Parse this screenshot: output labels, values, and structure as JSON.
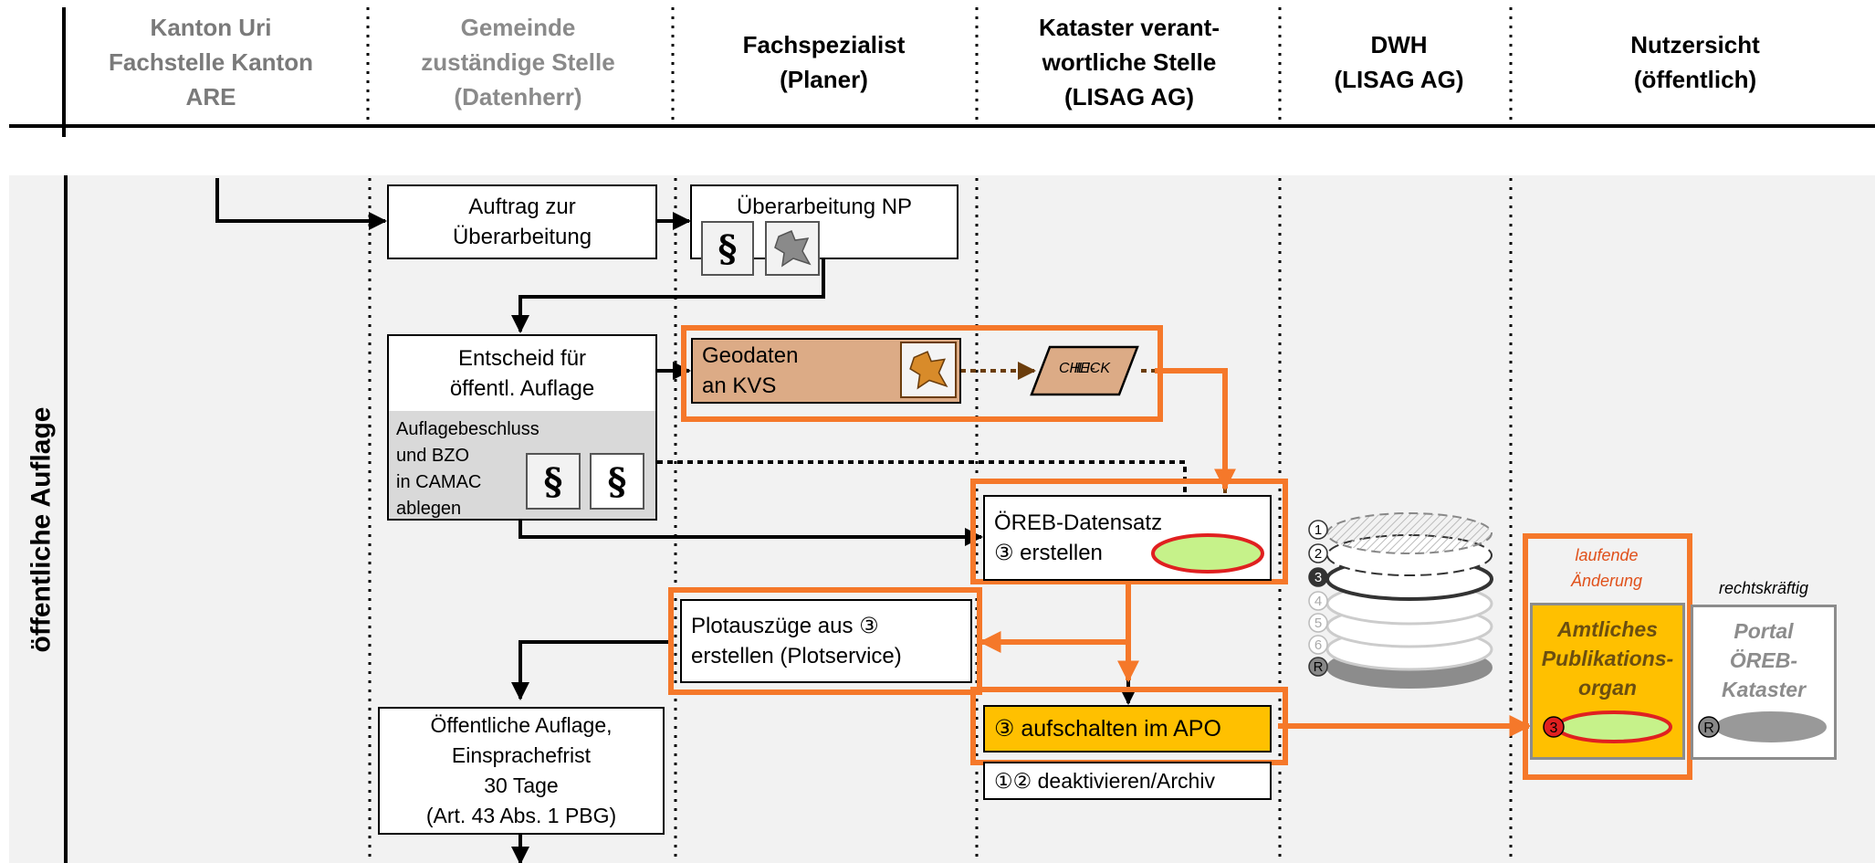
{
  "header": {
    "col1": [
      "Kanton Uri",
      "Fachstelle Kanton",
      "ARE"
    ],
    "col2": [
      "Gemeinde",
      "zuständige Stelle",
      "(Datenherr)"
    ],
    "col3": [
      "Fachspezialist",
      "(Planer)"
    ],
    "col4": [
      "Kataster verant-",
      "wortliche Stelle",
      "(LISAG AG)"
    ],
    "col5": [
      "DWH",
      "(LISAG AG)"
    ],
    "col6": [
      "Nutzersicht",
      "(öffentlich)"
    ]
  },
  "swimlane_label": "öffentliche Auflage",
  "boxes": {
    "auftrag": [
      "Auftrag zur",
      "Überarbeitung"
    ],
    "ueberarbeitung": "Überarbeitung NP",
    "entscheid": [
      "Entscheid für",
      "öffentl. Auflage"
    ],
    "auflagebeschluss": [
      "Auflagebeschluss",
      "und BZO",
      "in CAMAC",
      "ablegen"
    ],
    "geodaten": [
      "Geodaten",
      "an KVS"
    ],
    "ili_check": [
      "ILI-",
      "CHECK"
    ],
    "oereb_datensatz": [
      "ÖREB-Datensatz",
      "③ erstellen"
    ],
    "plotauszuege": [
      "Plotauszüge aus ③",
      "erstellen (Plotservice)"
    ],
    "aufschalten": "③ aufschalten im APO",
    "deaktivieren": "①② deaktivieren/Archiv",
    "oeffentliche_auflage": [
      "Öffentliche Auflage,",
      "Einsprachefrist",
      "30 Tage",
      "(Art. 43 Abs. 1 PBG)"
    ]
  },
  "stack_numbers": [
    "1",
    "2",
    "3",
    "4",
    "5",
    "6",
    "R"
  ],
  "nutzer": {
    "laufende": [
      "laufende",
      "Änderung"
    ],
    "rechtskraeftig": "rechtskräftig",
    "apo": [
      "Amtliches",
      "Publikations-",
      "organ"
    ],
    "portal": [
      "Portal",
      "ÖREB-",
      "Kataster"
    ],
    "apo_marker": "3",
    "portal_marker": "R"
  },
  "icons": {
    "paragraph": "§"
  },
  "colors": {
    "highlight": "#f5782a",
    "geodaten_fill": "#dcab86",
    "apo_fill": "#ffc000",
    "ellipse_green": "#c6f28a",
    "ellipse_red": "#e02020",
    "arrow_brown": "#6b3d0c",
    "arrow_blue": "#0000ee",
    "swimlane_bg": "#f2f2f2"
  }
}
